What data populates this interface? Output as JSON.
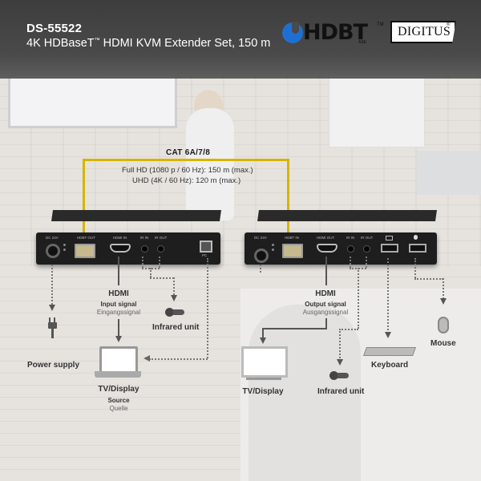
{
  "header": {
    "product_code": "DS-55522",
    "product_title": "4K HDBaseT",
    "product_title_tm": "™",
    "product_title_rest": " HDMI KVM Extender Set, 150 m"
  },
  "logos": {
    "hdbt": {
      "text": "HDBT",
      "sub": "ASE",
      "tm": "TM",
      "color": "#1f6fd0"
    },
    "digitus": {
      "text": "DIGITUS",
      "reg": "®"
    }
  },
  "cable": {
    "label": "CAT 6A/7/8",
    "spec_fullhd": "Full HD (1080 p / 60 Hz): 150 m (max.)",
    "spec_uhd": "UHD (4K / 60 Hz): 120 m (max.)",
    "color": "#d6b400"
  },
  "transmitter": {
    "ports": {
      "dc": "DC 24V",
      "hdbt_out": "HDBT OUT",
      "hdmi_in": "HDMI IN",
      "ir_in": "IR IN",
      "ir_out": "IR OUT",
      "pc": "PC"
    }
  },
  "receiver": {
    "ports": {
      "dc": "DC 24V",
      "hdbt_in": "HDBT IN",
      "hdmi_out": "HDMI OUT",
      "ir_in": "IR IN",
      "ir_out": "IR OUT"
    }
  },
  "left_labels": {
    "hdmi": "HDMI",
    "input_signal": "Input signal",
    "input_signal_de": "Eingangssignal",
    "power_supply": "Power supply",
    "infrared_unit": "Infrared unit",
    "tv_display": "TV/Display",
    "source": "Source",
    "source_de": "Quelle"
  },
  "right_labels": {
    "hdmi": "HDMI",
    "output_signal": "Output signal",
    "output_signal_de": "Ausgangssignal",
    "tv_display": "TV/Display",
    "infrared_unit": "Infrared unit",
    "keyboard": "Keyboard",
    "mouse": "Mouse"
  }
}
